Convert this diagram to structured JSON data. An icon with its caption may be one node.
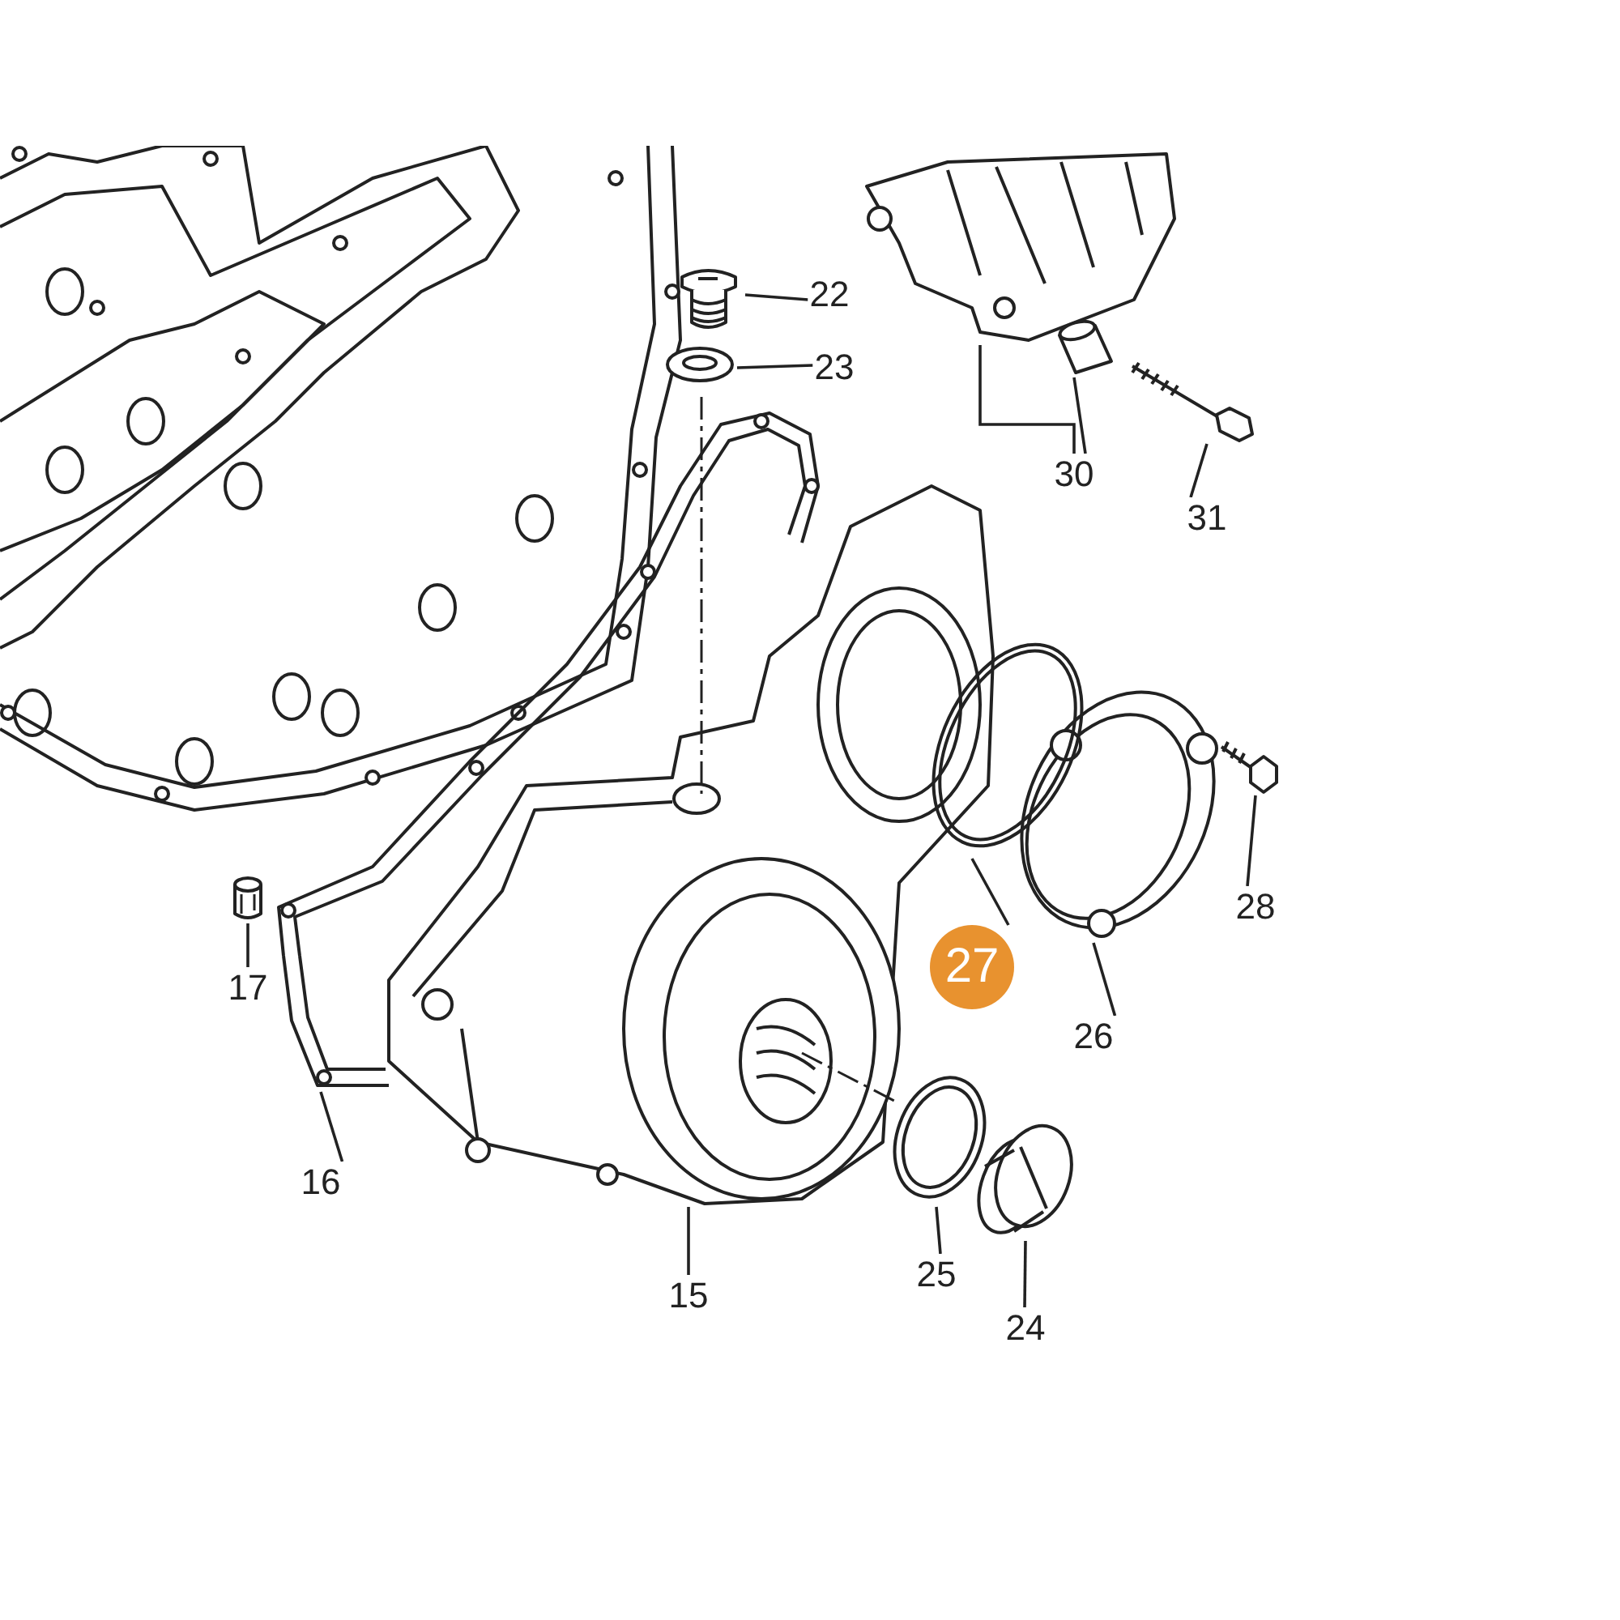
{
  "diagram": {
    "nodes": [
      {
        "text": [
          "22"
        ]
      },
      {
        "text": [],
        "shape": "picture"
      },
      {
        "text": [
          "23"
        ]
      },
      {
        "text": [],
        "shape": "picture"
      },
      {
        "text": [],
        "shape": "picture"
      },
      {
        "text": [],
        "shape": "picture"
      },
      {
        "text": [
          "30"
        ]
      },
      {
        "text": [],
        "shape": "picture"
      },
      {
        "text": [
          "31"
        ]
      },
      {
        "text": [],
        "shape": "picture"
      },
      {
        "text": [],
        "shape": "picture"
      },
      {
        "text": [],
        "shape": "picture"
      },
      {
        "text": [],
        "shape": "picture"
      },
      {
        "text": [],
        "shape": "picture"
      },
      {
        "text": [
          "28"
        ]
      },
      {
        "text": [],
        "shape": "picture"
      },
      {
        "text": [
          "17"
        ]
      },
      {
        "text": [
          "27"
        ]
      },
      {
        "text": [
          "26"
        ]
      },
      {
        "text": [
          "16"
        ]
      },
      {
        "text": [],
        "shape": "picture"
      },
      {
        "text": [],
        "shape": "picture"
      },
      {
        "text": [
          "15"
        ]
      },
      {
        "text": [
          "25"
        ]
      },
      {
        "text": [
          "24"
        ]
      }
    ],
    "edges": [
      {
        "from": 0,
        "to": 1,
        "arrow": "none"
      },
      {
        "from": 2,
        "to": 3,
        "arrow": "none"
      },
      {
        "from": 6,
        "to": 4,
        "arrow": "none"
      },
      {
        "from": 6,
        "to": 5,
        "arrow": "none"
      },
      {
        "from": 8,
        "to": 7,
        "arrow": "none"
      },
      {
        "from": 14,
        "to": 13,
        "arrow": "none"
      },
      {
        "from": 16,
        "to": 15,
        "arrow": "none"
      },
      {
        "from": 17,
        "to": 11,
        "arrow": "none"
      },
      {
        "from": 18,
        "to": 12,
        "arrow": "none"
      },
      {
        "from": 19,
        "to": 9,
        "arrow": "none"
      },
      {
        "from": 22,
        "to": 10,
        "arrow": "none"
      },
      {
        "from": 23,
        "to": 20,
        "arrow": "none"
      },
      {
        "from": 24,
        "to": 21,
        "arrow": "none"
      }
    ]
  }
}
